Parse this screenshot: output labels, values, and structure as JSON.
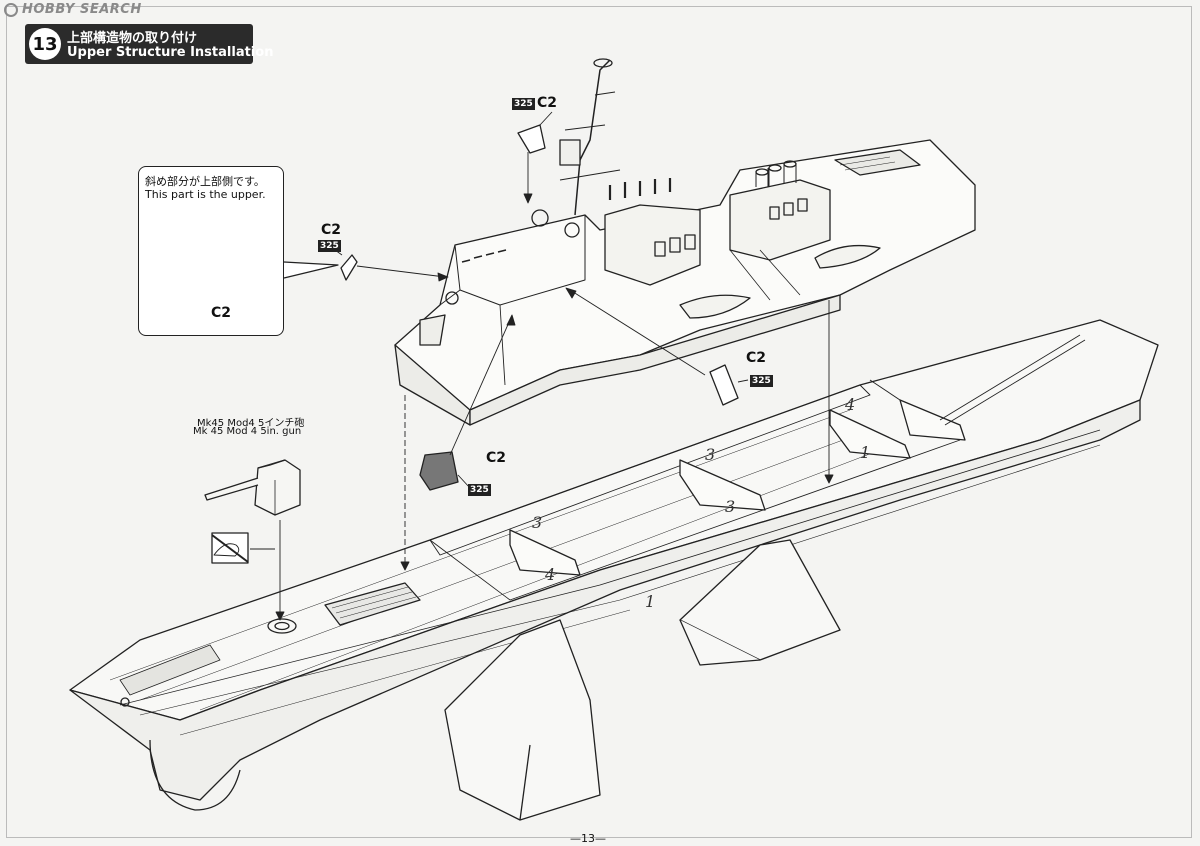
{
  "watermark": {
    "text": "HOBBY SEARCH"
  },
  "step": {
    "number": "13",
    "title_jp": "上部構造物の取り付け",
    "title_en": "Upper Structure Installation"
  },
  "note": {
    "text_jp": "斜め部分が上部側です。",
    "text_en": "This part is the upper.",
    "part_label": "C2"
  },
  "callouts": [
    {
      "id": "mast-plate",
      "part": "C2",
      "code": "325"
    },
    {
      "id": "left-disc",
      "part": "C2",
      "code": "325"
    },
    {
      "id": "right-plate",
      "part": "C2",
      "code": "325"
    },
    {
      "id": "deck-plate",
      "part": "C2",
      "code": "325"
    }
  ],
  "gun": {
    "label_jp": "Mk45 Mod4 5インチ砲",
    "label_en": "Mk 45 Mod 4 5in. gun"
  },
  "deck_numbers": [
    "3",
    "3",
    "3",
    "4",
    "1",
    "1",
    "4"
  ],
  "page_number": "—13—"
}
